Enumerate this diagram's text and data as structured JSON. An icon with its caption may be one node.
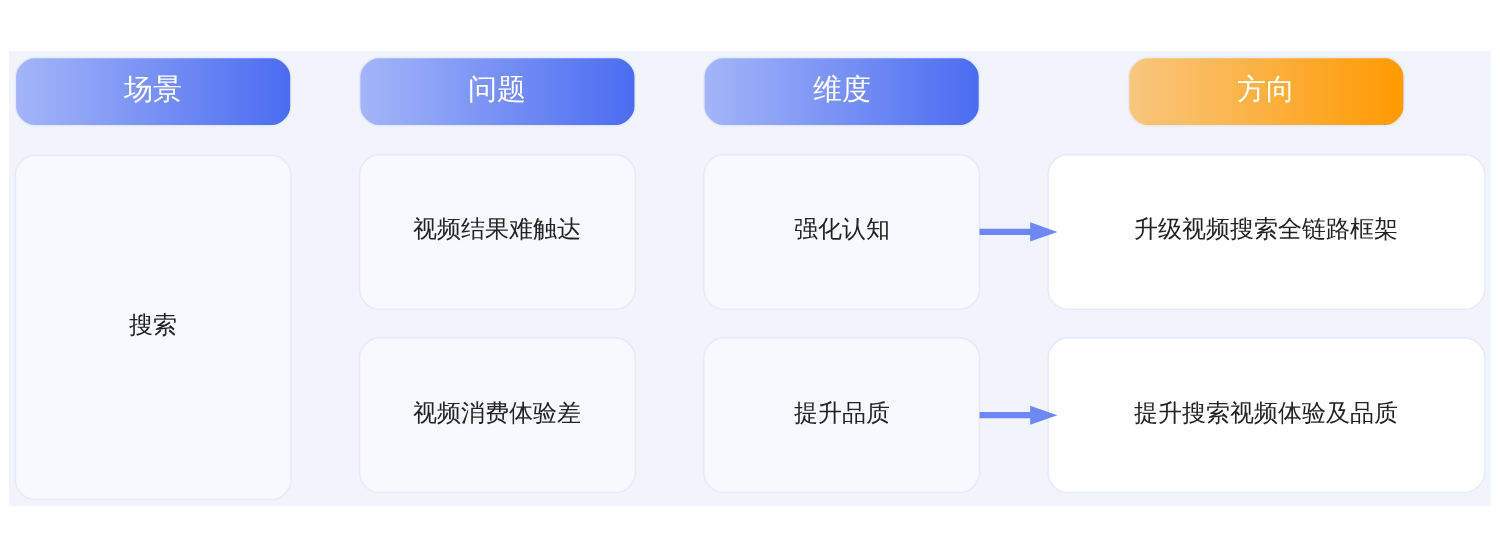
{
  "diagram": {
    "nodes": [
      {
        "text": [
          "场景"
        ]
      },
      {
        "text": [
          "问题"
        ]
      },
      {
        "text": [
          "维度"
        ]
      },
      {
        "text": [
          "方向"
        ]
      },
      {
        "text": [
          "搜索"
        ]
      },
      {
        "text": [
          "视频结果难触达"
        ]
      },
      {
        "text": [
          "视频消费体验差"
        ]
      },
      {
        "text": [
          "强化认知"
        ]
      },
      {
        "text": [
          "提升品质"
        ]
      },
      {
        "text": [
          "升级视频搜索全链路框架"
        ]
      },
      {
        "text": [
          "提升搜索视频体验及品质"
        ]
      }
    ],
    "edges": [
      {
        "from": 7,
        "to": 9,
        "arrow": "to"
      },
      {
        "from": 8,
        "to": 10,
        "arrow": "to"
      }
    ]
  }
}
